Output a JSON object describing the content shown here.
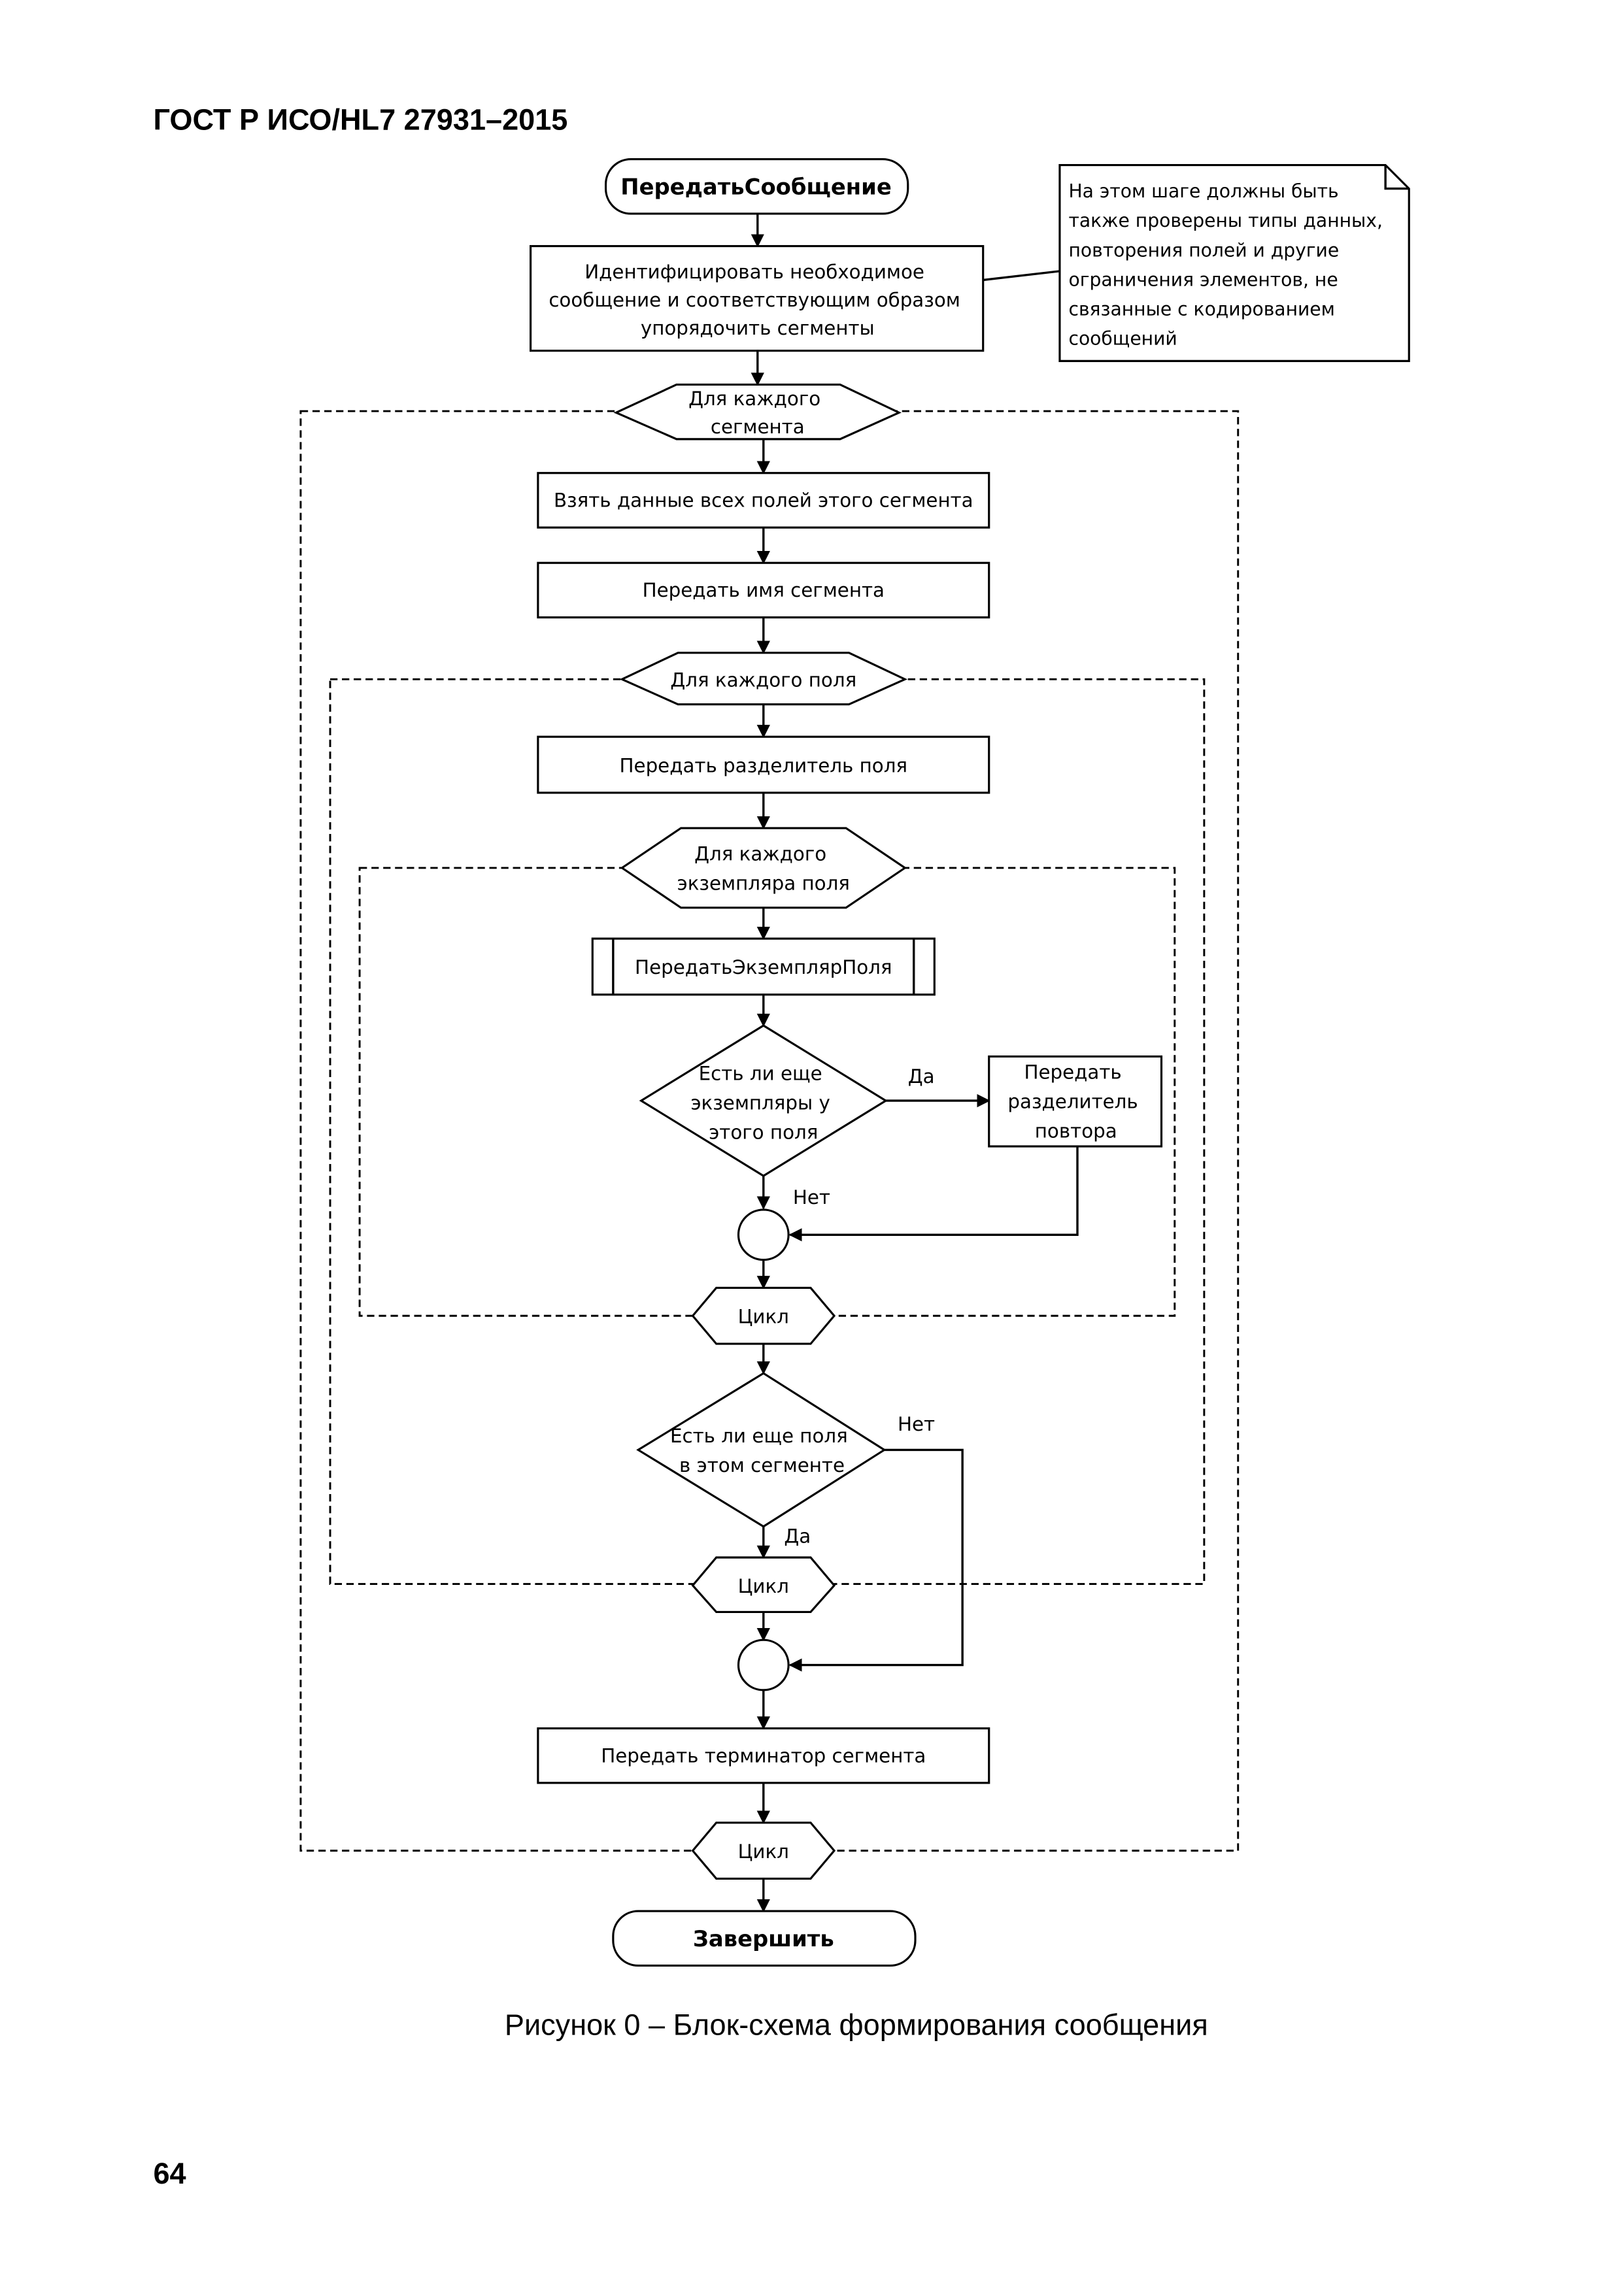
{
  "header": "ГОСТ Р ИСО/HL7 27931–2015",
  "page_number": "64",
  "caption": "Рисунок 0 –  Блок-схема формирования сообщения",
  "flowchart": {
    "start": "ПередатьСообщение",
    "identify": [
      "Идентифицировать необходимое",
      "сообщение и соответствующим образом",
      "упорядочить сегменты"
    ],
    "note": [
      "На этом шаге должны быть",
      "также проверены типы данных,",
      "повторения полей и другие",
      "ограничения элементов, не",
      "связанные с кодированием",
      "сообщений"
    ],
    "loop_segment": [
      "Для каждого",
      "сегмента"
    ],
    "get_fields": "Взять данные всех полей этого сегмента",
    "send_segment_name": "Передать имя сегмента",
    "loop_field": "Для каждого поля",
    "send_field_sep": "Передать разделитель поля",
    "loop_instance": [
      "Для каждого",
      "экземпляра поля"
    ],
    "send_instance": "ПередатьЭкземплярПоля",
    "q_more_instances": [
      "Есть ли еще",
      "экземпляры у",
      "этого поля"
    ],
    "yes1": "Да",
    "send_repeat_sep": [
      "Передать",
      "разделитель",
      "повтора"
    ],
    "no1": "Нет",
    "cycle1": "Цикл",
    "q_more_fields": [
      "Есть ли еще  поля",
      "в этом сегменте"
    ],
    "no2": "Нет",
    "yes2": "Да",
    "cycle2": "Цикл",
    "send_terminator": "Передать терминатор сегмента",
    "cycle3": "Цикл",
    "end": "Завершить"
  }
}
